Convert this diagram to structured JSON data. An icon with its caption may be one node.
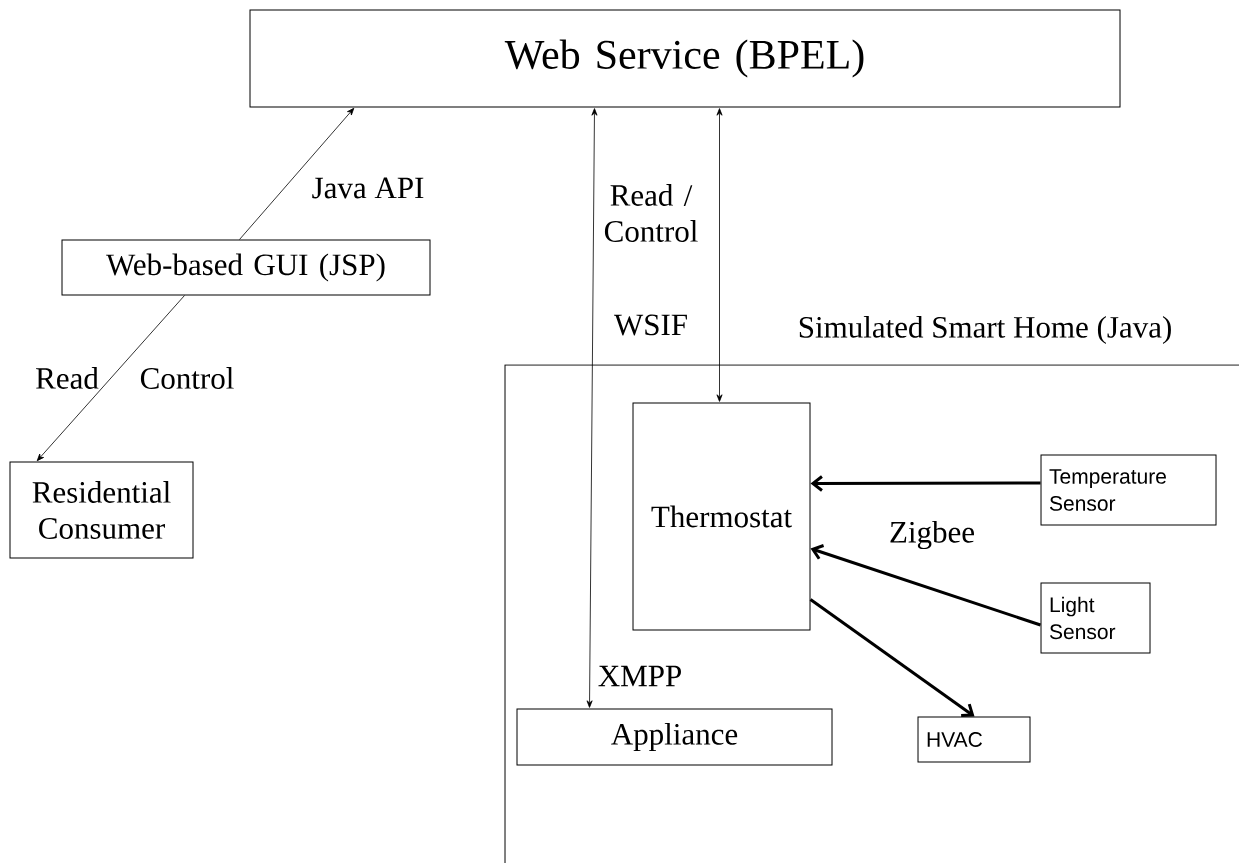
{
  "diagram": {
    "nodes": [
      {
        "text": [
          "Web Service (BPEL)"
        ]
      },
      {
        "text": [
          "Web-based GUI (JSP)"
        ]
      },
      {
        "text": [
          "Residential Consumer"
        ]
      },
      {
        "text": [
          "Simulated Smart Home (Java)"
        ]
      },
      {
        "text": [
          "Thermostat"
        ],
        "in": 3
      },
      {
        "text": [
          "Temperature Sensor"
        ],
        "in": 3
      },
      {
        "text": [
          "Light Sensor"
        ],
        "in": 3
      },
      {
        "text": [
          "Appliance"
        ],
        "in": 3
      },
      {
        "text": [
          "HVAC"
        ],
        "in": 3
      }
    ],
    "edges": [
      {
        "from": 1,
        "to": 0,
        "arrow": "to",
        "label": "Java API"
      },
      {
        "from": 1,
        "to": 2,
        "arrow": "to"
      },
      {
        "from": 0,
        "to": 7,
        "arrow": "both"
      },
      {
        "from": 0,
        "to": 4,
        "arrow": "both"
      },
      {
        "from": 5,
        "to": 4,
        "arrow": "to",
        "style": "thick"
      },
      {
        "from": 6,
        "to": 4,
        "arrow": "to",
        "style": "thick"
      },
      {
        "from": 4,
        "to": 8,
        "arrow": "to",
        "style": "thick"
      }
    ],
    "labels": [
      "Read",
      "Control",
      "Read / Control",
      "WSIF",
      "XMPP",
      "Zigbee"
    ]
  }
}
